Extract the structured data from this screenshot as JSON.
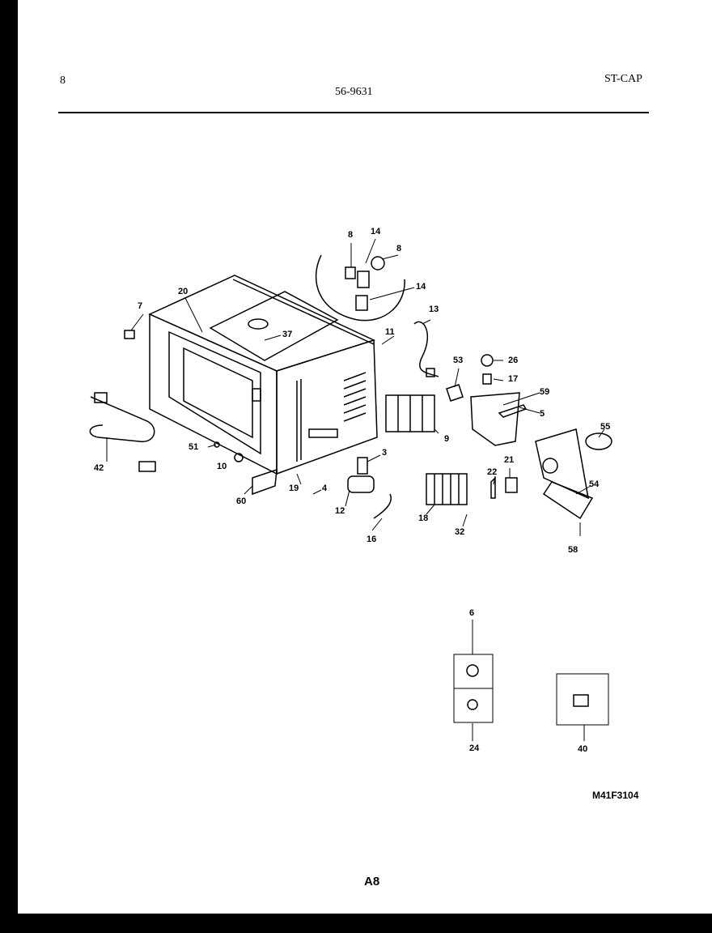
{
  "header": {
    "page_number": "8",
    "model": "56-9631",
    "series": "ST-CAP"
  },
  "callouts": {
    "c7": "7",
    "c20": "20",
    "c37": "37",
    "c8a": "8",
    "c14a": "14",
    "c8b": "8",
    "c14b": "14",
    "c13": "13",
    "c11": "11",
    "c53": "53",
    "c26": "26",
    "c17": "17",
    "c59": "59",
    "c5": "5",
    "c55": "55",
    "c9": "9",
    "c3": "3",
    "c22": "22",
    "c21": "21",
    "c54": "54",
    "c58": "58",
    "c51": "51",
    "c10": "10",
    "c42": "42",
    "c60": "60",
    "c19": "19",
    "c4": "4",
    "c12": "12",
    "c16": "16",
    "c18": "18",
    "c32": "32",
    "c6": "6",
    "c24": "24",
    "c40": "40"
  },
  "footer": {
    "drawing_code": "M41F3104",
    "page_label": "A8"
  }
}
